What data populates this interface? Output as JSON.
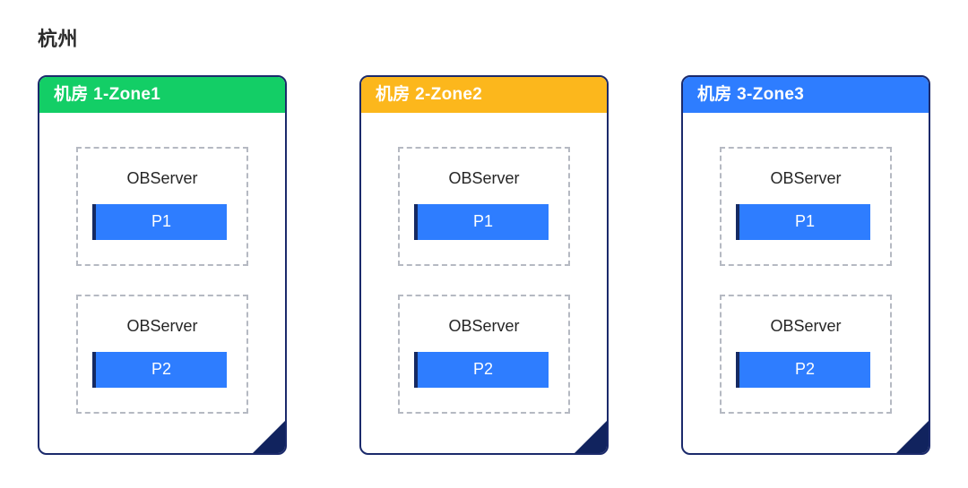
{
  "region": {
    "label": "杭州"
  },
  "colors": {
    "card_border": "#1b2a6b",
    "corner_fold": "#11235e",
    "chip_blue": "#2e7dff",
    "chip_stripe": "#152a63",
    "dashed_border": "#b5b9c2",
    "zone1_header": "#13ce66",
    "zone2_header": "#fcb71c",
    "zone3_header": "#2e7dff",
    "background": "#ffffff",
    "title_text": "#2b2b2b"
  },
  "zones": [
    {
      "header_label": "机房 1-Zone1",
      "header_color": "#13ce66",
      "servers": [
        {
          "label": "OBServer",
          "partition": "P1"
        },
        {
          "label": "OBServer",
          "partition": "P2"
        }
      ]
    },
    {
      "header_label": "机房 2-Zone2",
      "header_color": "#fcb71c",
      "servers": [
        {
          "label": "OBServer",
          "partition": "P1"
        },
        {
          "label": "OBServer",
          "partition": "P2"
        }
      ]
    },
    {
      "header_label": "机房 3-Zone3",
      "header_color": "#2e7dff",
      "servers": [
        {
          "label": "OBServer",
          "partition": "P1"
        },
        {
          "label": "OBServer",
          "partition": "P2"
        }
      ]
    }
  ]
}
